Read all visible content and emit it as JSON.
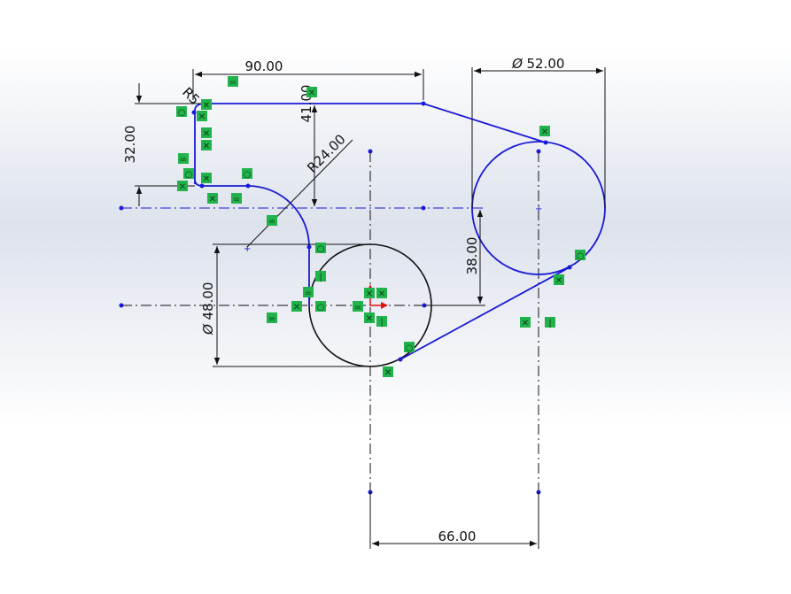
{
  "dimensions": {
    "horizontal_90": "90.00",
    "diameter_52": "52.00",
    "vertical_32": "32.00",
    "vertical_41": "41.00",
    "radius_24": "R24.00",
    "radius_small": "R5",
    "vertical_38": "38.00",
    "diameter_48": "48.00",
    "horizontal_66": "66.00"
  },
  "symbols": {
    "diameter": "Ø"
  },
  "colors": {
    "sketch_blue": "#1a1ad6",
    "fixed_black": "#111111",
    "relation_green": "#22b24c",
    "origin_red": "#e01010"
  },
  "relation_glyphs": {
    "equal": "=",
    "vertical": "|",
    "tangent": "○",
    "coincident": "✕"
  }
}
